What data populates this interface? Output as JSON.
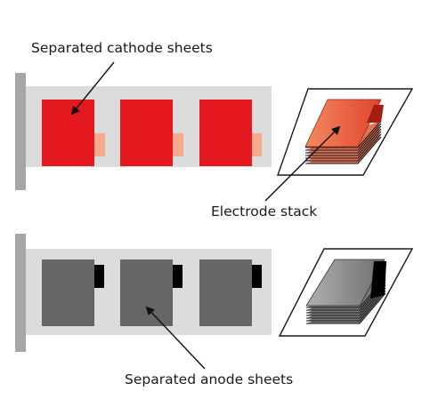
{
  "labels": {
    "cathode_sheets": "Separated cathode sheets",
    "electrode_stack": "Electrode stack",
    "anode_sheets": "Separated anode sheets"
  },
  "colors": {
    "rail": "#a6a6a6",
    "separator": "#dcdcdc",
    "cathode": "#e3191f",
    "cathode_tab": "#f7a98d",
    "anode": "#666666",
    "anode_tab": "#000000",
    "tray_stroke": "#1a1a1a",
    "cathode_stack_top_light": "#f28a62",
    "cathode_stack_top_dark": "#e2432b",
    "anode_stack_top_light": "#b0b0b0",
    "anode_stack_top_dark": "#6e6e6e",
    "arrow": "#111111"
  },
  "rows": {
    "cathode": {
      "sheet_count": 3,
      "tab_color": "cathode_tab",
      "sheet_color": "cathode"
    },
    "anode": {
      "sheet_count": 3,
      "tab_color": "anode_tab",
      "sheet_color": "anode"
    }
  }
}
